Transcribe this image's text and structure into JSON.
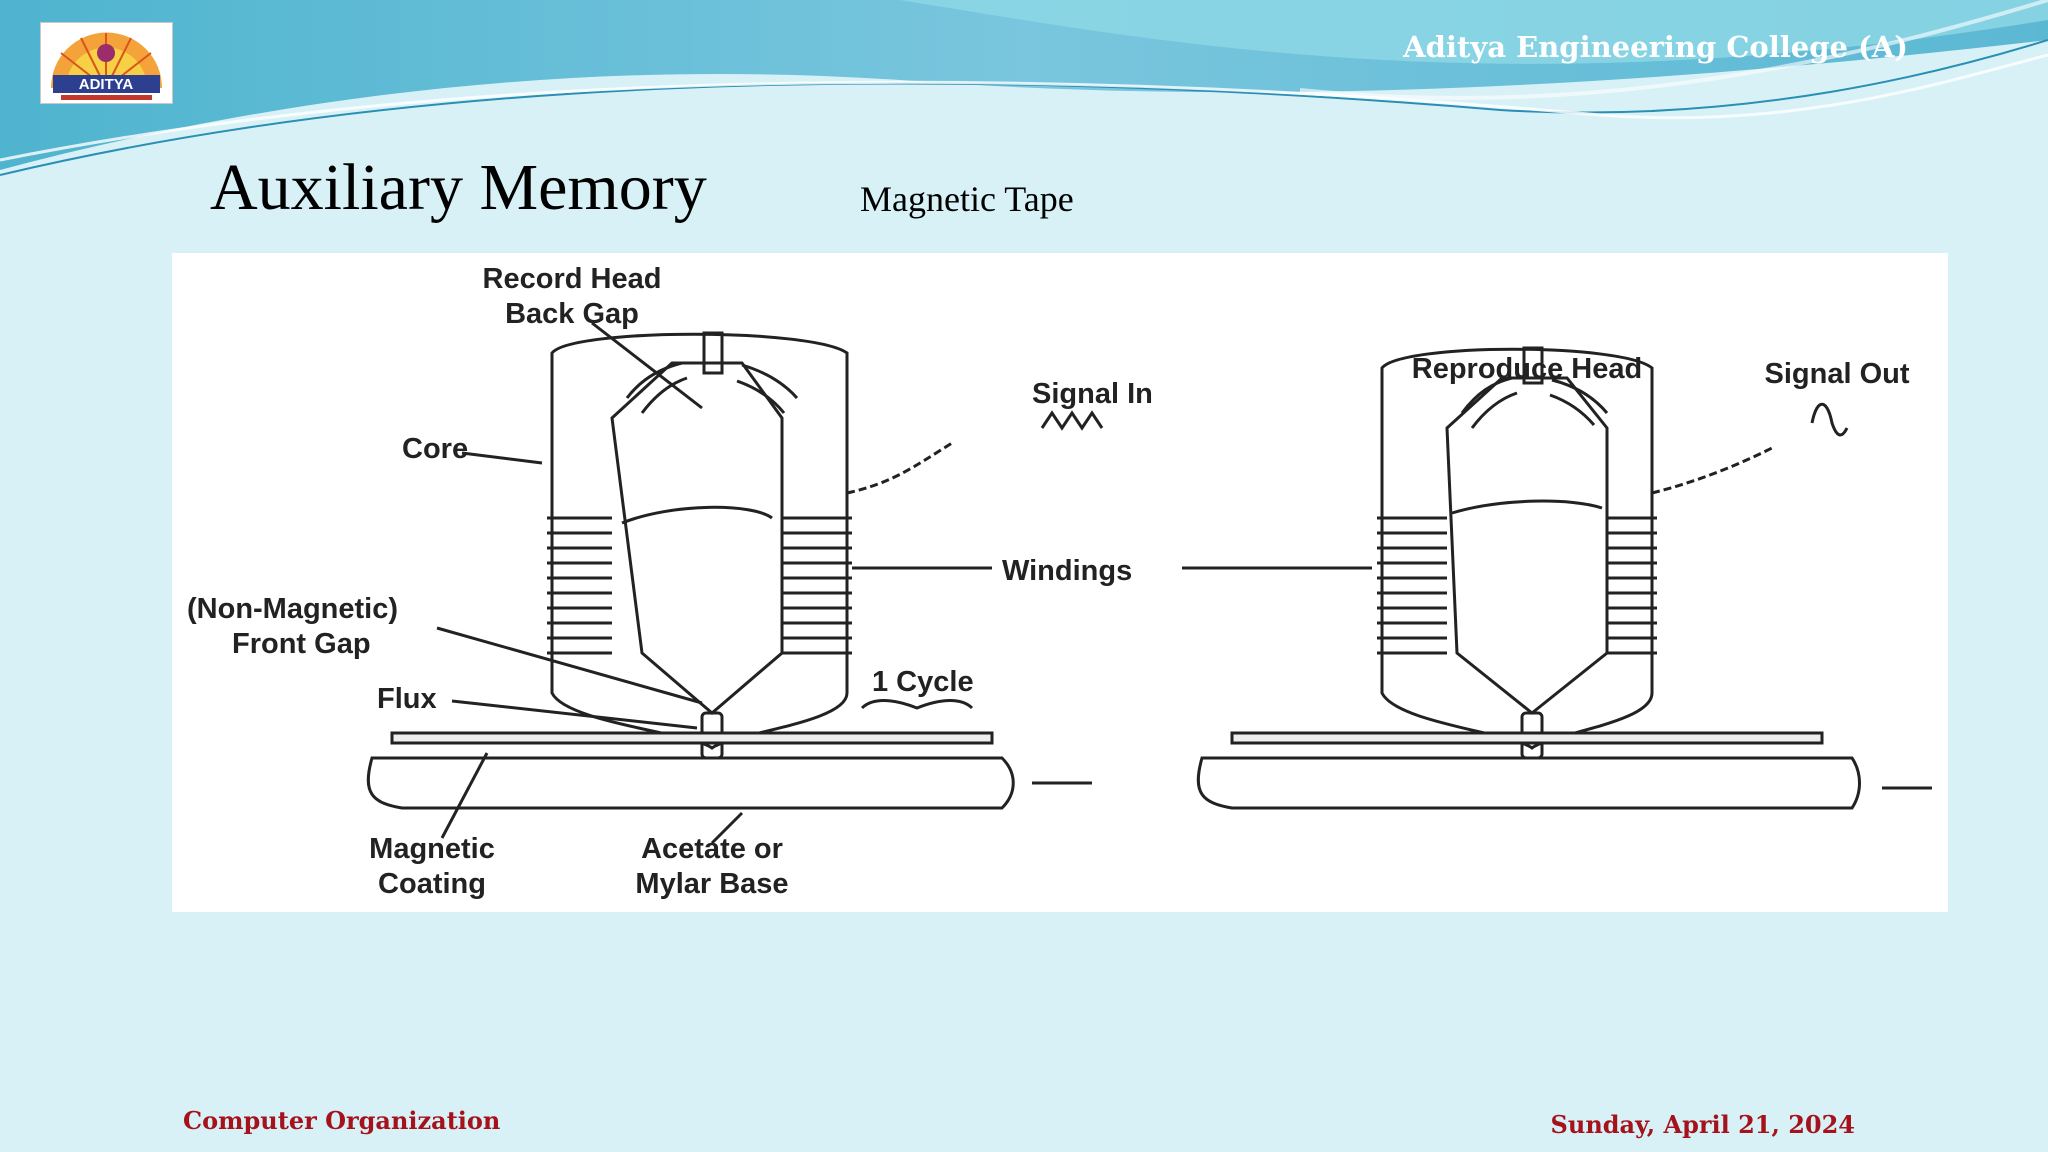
{
  "header": {
    "college_name": "Aditya Engineering College  (A)",
    "logo_text": "ADITYA"
  },
  "slide": {
    "title": "Auxiliary Memory",
    "subtitle": "Magnetic Tape"
  },
  "diagram": {
    "labels": {
      "record_head_line1": "Record Head",
      "record_head_line2": "Back Gap",
      "core": "Core",
      "signal_in": "Signal In",
      "windings": "Windings",
      "non_magnetic_line1": "(Non-Magnetic)",
      "non_magnetic_line2": "Front Gap",
      "flux": "Flux",
      "one_cycle": "1 Cycle",
      "magnetic_coating_line1": "Magnetic",
      "magnetic_coating_line2": "Coating",
      "acetate_line1": "Acetate or",
      "acetate_line2": "Mylar Base",
      "reproduce_head": "Reproduce Head",
      "signal_out": "Signal Out"
    }
  },
  "footer": {
    "course": "Computer Organization",
    "date": "Sunday, April 21, 2024"
  },
  "colors": {
    "background": "#d8f1f7",
    "footer_text": "#a5121c",
    "banner": "#6cc3da"
  }
}
